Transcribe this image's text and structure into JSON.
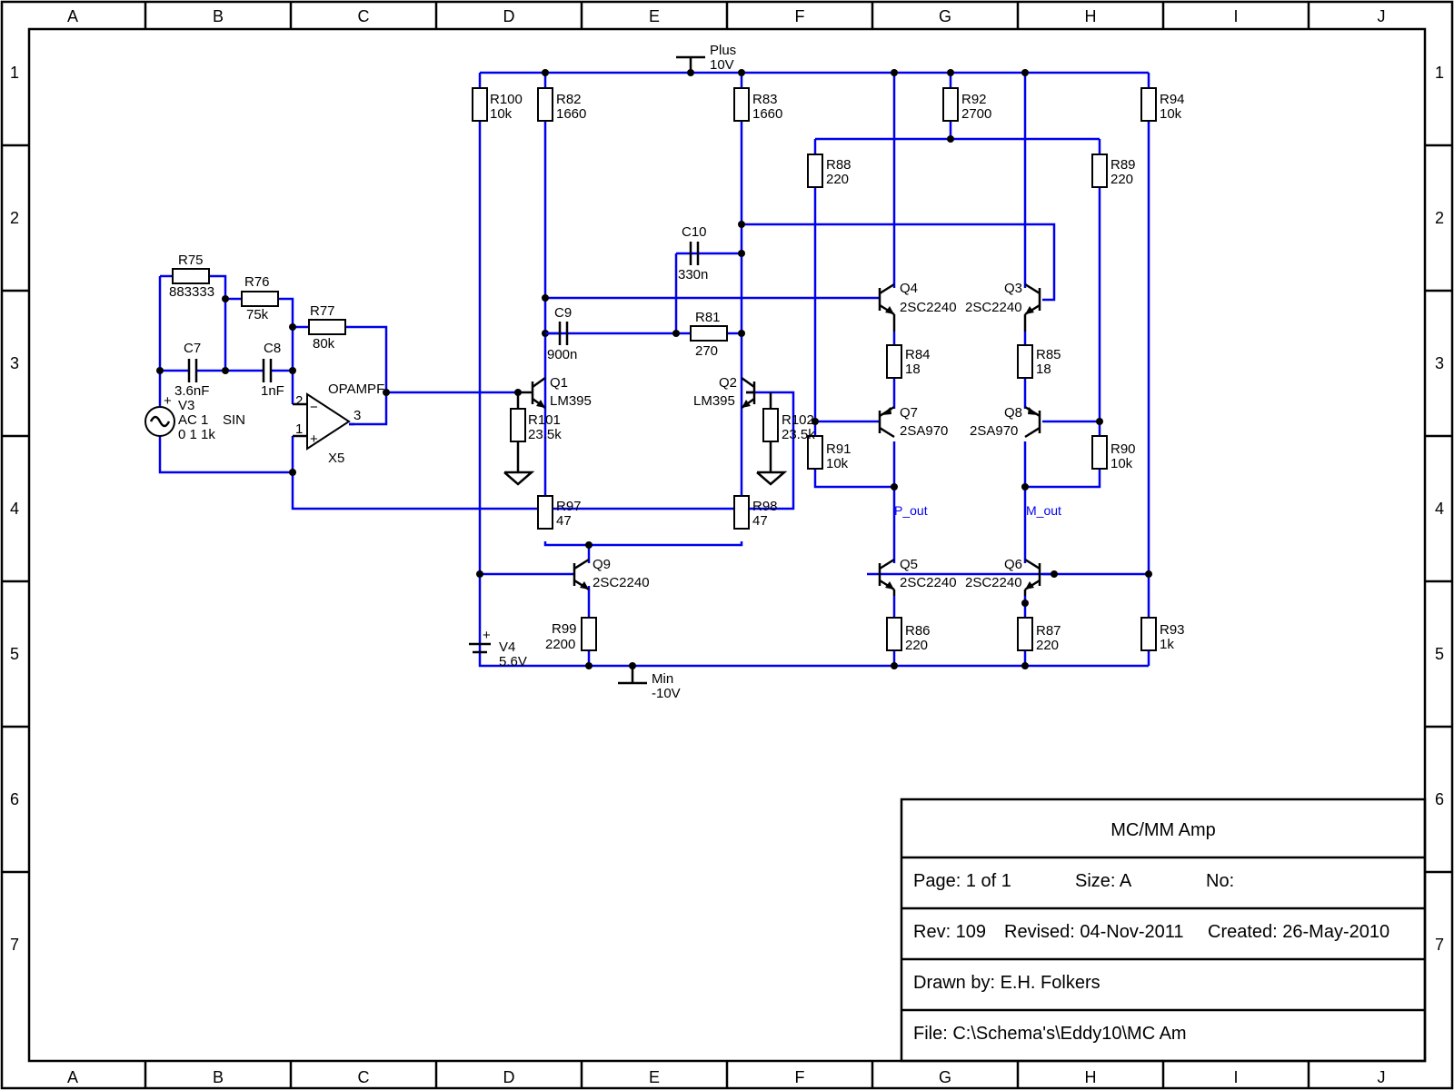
{
  "frame": {
    "columns": [
      "A",
      "B",
      "C",
      "D",
      "E",
      "F",
      "G",
      "H",
      "I",
      "J"
    ],
    "rows": [
      "1",
      "2",
      "3",
      "4",
      "5",
      "6",
      "7"
    ]
  },
  "title_block": {
    "title": "MC/MM Amp",
    "page": "Page: 1 of 1",
    "size": "Size: A",
    "no": "No:",
    "rev": "Rev: 109",
    "revised": "Revised: 04-Nov-2011",
    "created": "Created: 26-May-2010",
    "drawn_by": "Drawn by: E.H. Folkers",
    "file": "File: C:\\Schema's\\Eddy10\\MC Am"
  },
  "nets": {
    "plus": "Plus",
    "plus_v": "10V",
    "min": "Min",
    "min_v": "-10V",
    "p_out": "P_out",
    "m_out": "M_out"
  },
  "components": {
    "R75": {
      "ref": "R75",
      "val": "883333"
    },
    "R76": {
      "ref": "R76",
      "val": "75k"
    },
    "R77": {
      "ref": "R77",
      "val": "80k"
    },
    "C7": {
      "ref": "C7",
      "val": "3.6nF"
    },
    "C8": {
      "ref": "C8",
      "val": "1nF"
    },
    "V3": {
      "ref": "V3",
      "val1": "AC 1",
      "val2": "0 1 1k",
      "type": "SIN"
    },
    "X5": {
      "ref": "X5",
      "model": "OPAMPF",
      "pin2": "2",
      "pin1": "1",
      "pin3": "3"
    },
    "R100": {
      "ref": "R100",
      "val": "10k"
    },
    "R82": {
      "ref": "R82",
      "val": "1660"
    },
    "R83": {
      "ref": "R83",
      "val": "1660"
    },
    "R92": {
      "ref": "R92",
      "val": "2700"
    },
    "R94": {
      "ref": "R94",
      "val": "10k"
    },
    "R88": {
      "ref": "R88",
      "val": "220"
    },
    "R89": {
      "ref": "R89",
      "val": "220"
    },
    "C10": {
      "ref": "C10",
      "val": "330n"
    },
    "C9": {
      "ref": "C9",
      "val": "900n"
    },
    "R81": {
      "ref": "R81",
      "val": "270"
    },
    "Q1": {
      "ref": "Q1",
      "model": "LM395"
    },
    "Q2": {
      "ref": "Q2",
      "model": "LM395"
    },
    "R101": {
      "ref": "R101",
      "val": "23.5k"
    },
    "R102": {
      "ref": "R102",
      "val": "23.5k"
    },
    "R97": {
      "ref": "R97",
      "val": "47"
    },
    "R98": {
      "ref": "R98",
      "val": "47"
    },
    "Q9": {
      "ref": "Q9",
      "model": "2SC2240"
    },
    "R99": {
      "ref": "R99",
      "val": "2200"
    },
    "V4": {
      "ref": "V4",
      "val": "5.6V"
    },
    "Q4": {
      "ref": "Q4",
      "model": "2SC2240"
    },
    "Q3": {
      "ref": "Q3",
      "model": "2SC2240"
    },
    "R84": {
      "ref": "R84",
      "val": "18"
    },
    "R85": {
      "ref": "R85",
      "val": "18"
    },
    "Q7": {
      "ref": "Q7",
      "model": "2SA970"
    },
    "Q8": {
      "ref": "Q8",
      "model": "2SA970"
    },
    "R91": {
      "ref": "R91",
      "val": "10k"
    },
    "R90": {
      "ref": "R90",
      "val": "10k"
    },
    "Q5": {
      "ref": "Q5",
      "model": "2SC2240"
    },
    "Q6": {
      "ref": "Q6",
      "model": "2SC2240"
    },
    "R86": {
      "ref": "R86",
      "val": "220"
    },
    "R87": {
      "ref": "R87",
      "val": "220"
    },
    "R93": {
      "ref": "R93",
      "val": "1k"
    }
  }
}
